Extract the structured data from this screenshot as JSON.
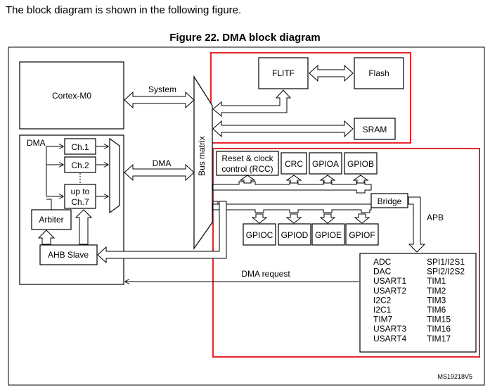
{
  "intro_text": "The block diagram is shown in the following figure.",
  "figure_title": "Figure 22. DMA block diagram",
  "colors": {
    "highlight": "#e8262b",
    "stroke": "#000000"
  },
  "blocks": {
    "cortex": "Cortex-M0",
    "dma": "DMA",
    "ch1": "Ch.1",
    "ch2": "Ch.2",
    "upto_line1": "up to",
    "upto_line2": "Ch.7",
    "arbiter": "Arbiter",
    "ahb_slave": "AHB Slave",
    "flitf": "FLITF",
    "flash": "Flash",
    "sram": "SRAM",
    "rcc_line1": "Reset & clock",
    "rcc_line2": "control (RCC)",
    "crc": "CRC",
    "gpioa": "GPIOA",
    "gpiob": "GPIOB",
    "gpioc": "GPIOC",
    "gpiod": "GPIOD",
    "gpioe": "GPIOE",
    "gpiof": "GPIOF",
    "bridge": "Bridge"
  },
  "labels": {
    "system": "System",
    "dma_bus": "DMA",
    "bus_matrix": "Bus matrix",
    "apb": "APB",
    "dma_request": "DMA request",
    "ms_id": "MS19218V5"
  },
  "peripherals_left": [
    "ADC",
    "DAC",
    "USART1",
    "USART2",
    "I2C2",
    "I2C1",
    "TIM7",
    "USART3",
    "USART4"
  ],
  "peripherals_right": [
    "SPI1/I2S1",
    "SPI2/I2S2",
    "TIM1",
    "TIM2",
    "TIM3",
    "TIM6",
    "TIM15",
    "TIM16",
    "TIM17"
  ]
}
